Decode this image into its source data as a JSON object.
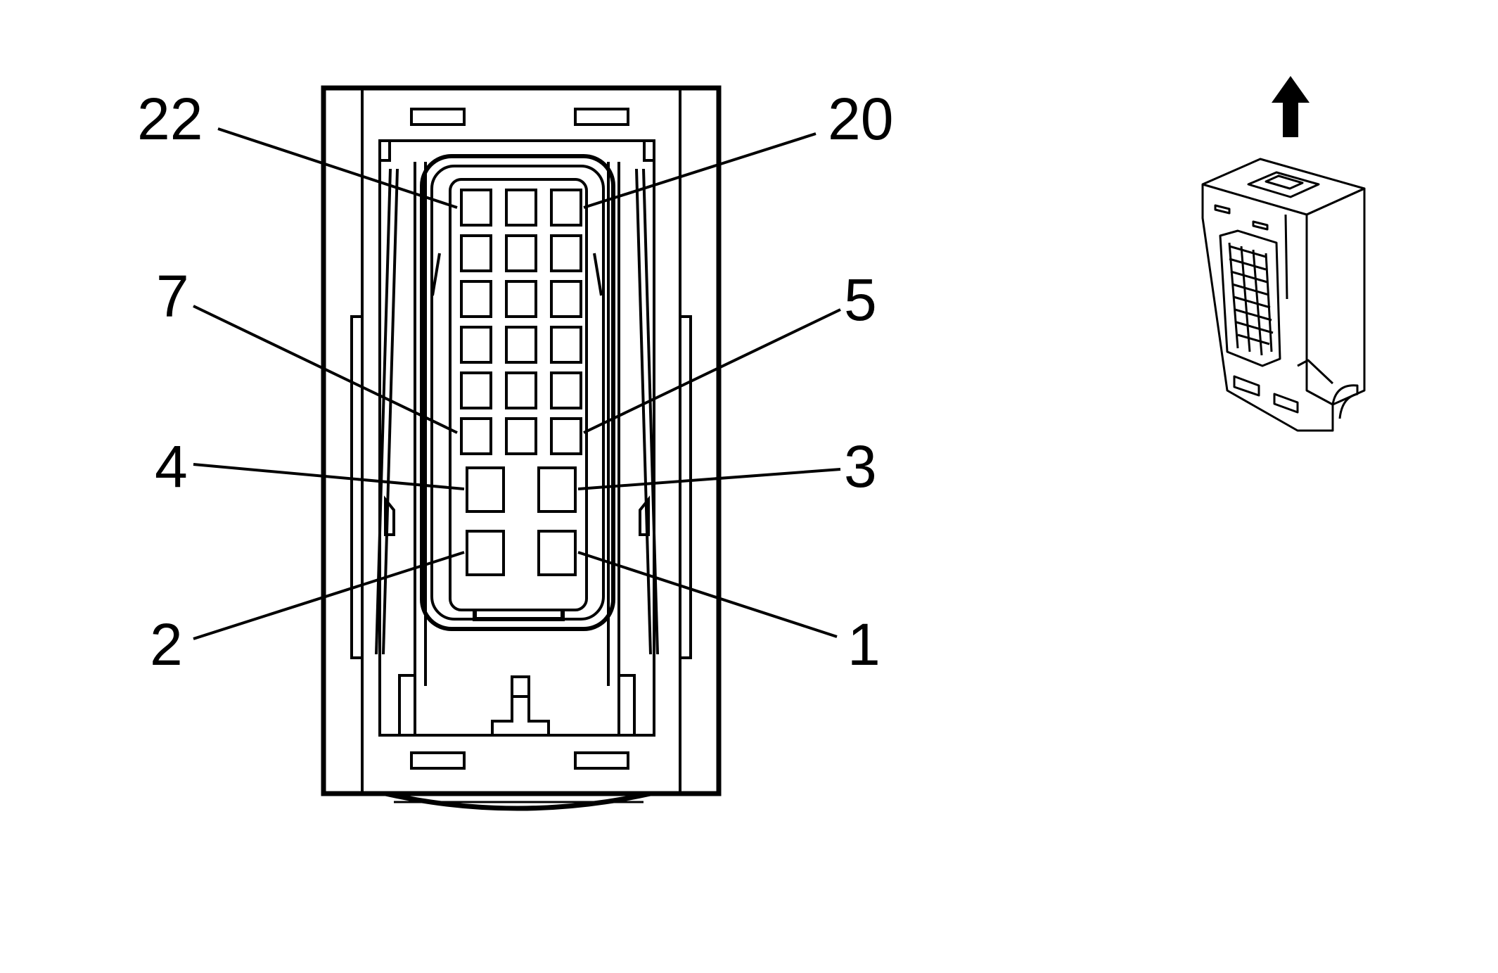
{
  "colors": {
    "stroke": "#000000",
    "background": "#ffffff"
  },
  "labels": {
    "pin_22": "22",
    "pin_20": "20",
    "pin_7": "7",
    "pin_5": "5",
    "pin_4": "4",
    "pin_3": "3",
    "pin_2": "2",
    "pin_1": "1"
  },
  "icons": {
    "direction_arrow": "arrow-up-icon"
  }
}
